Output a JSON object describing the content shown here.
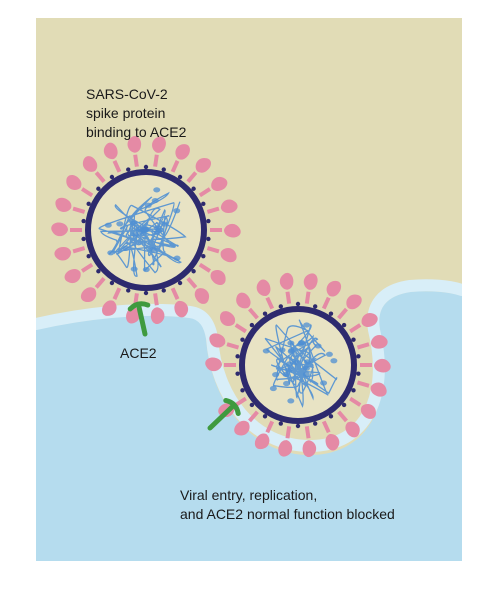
{
  "labels": {
    "spike_binding": {
      "line1": "SARS-CoV-2",
      "line2": "spike protein",
      "line3": "binding to ACE2"
    },
    "receptor": "ACE2",
    "outcome": {
      "line1": "Viral entry, replication,",
      "line2": "and ACE2 normal function blocked"
    }
  },
  "colors": {
    "extracellular": "#e1dcb6",
    "cell_interior": "#b5dcee",
    "membrane": "#d8eef8",
    "virus_envelope": "#2d2a6e",
    "spike_protein": "#e58aa5",
    "ace2_receptor": "#3f9a3f",
    "virus_core": "#e8e3c4",
    "rna": "#4f8fd3"
  }
}
